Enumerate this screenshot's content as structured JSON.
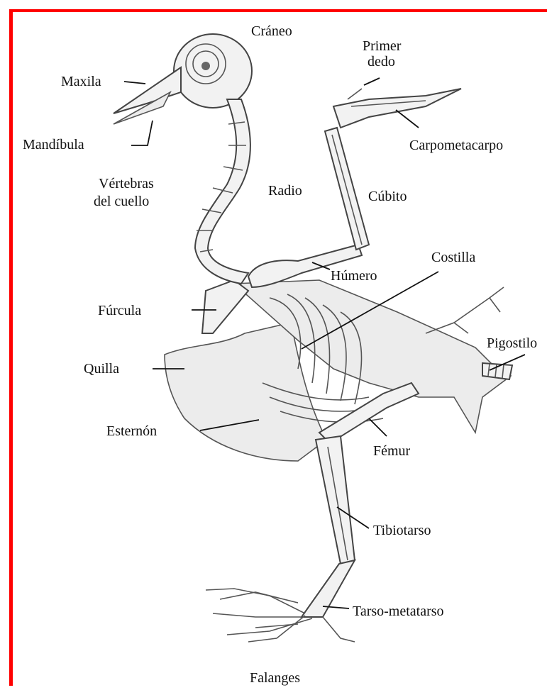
{
  "labels": {
    "craneo": "Cráneo",
    "primer_dedo_1": "Primer",
    "primer_dedo_2": "dedo",
    "maxila": "Maxila",
    "mandibula": "Mandíbula",
    "carpometacarpo": "Carpometacarpo",
    "vertebras_1": "Vértebras",
    "vertebras_2": "del cuello",
    "radio": "Radio",
    "cubito": "Cúbito",
    "costilla": "Costilla",
    "humero": "Húmero",
    "furcula": "Fúrcula",
    "pigostilo": "Pigostilo",
    "quilla": "Quilla",
    "esternon": "Esternón",
    "femur": "Fémur",
    "tibiotarso": "Tibiotarso",
    "tarso_metatarso": "Tarso-metatarso",
    "falanges": "Falanges"
  },
  "colors": {
    "border": "#ff0000",
    "bone_fill": "#f2f2f2",
    "outline": "#444444"
  }
}
